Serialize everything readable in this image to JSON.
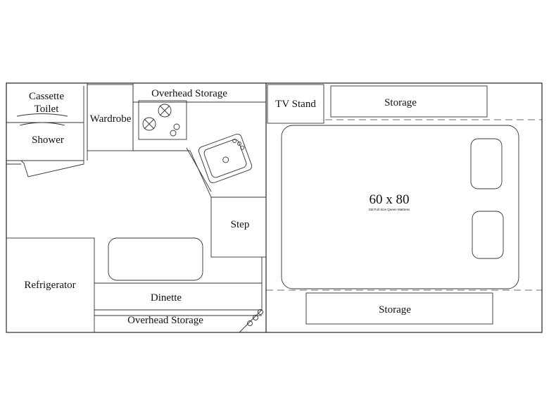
{
  "floorplan": {
    "labels": {
      "cassette_toilet_line1": "Cassette",
      "cassette_toilet_line2": "Toilet",
      "shower": "Shower",
      "wardrobe": "Wardrobe",
      "overhead_storage_top": "Overhead Storage",
      "tv_stand": "TV Stand",
      "storage_top": "Storage",
      "step": "Step",
      "refrigerator": "Refrigerator",
      "dinette": "Dinette",
      "overhead_storage_bottom": "Overhead Storage",
      "storage_bottom": "Storage",
      "bed_size": "60 x 80",
      "mattress_note": "Std Full Size Queen Mattress"
    }
  }
}
